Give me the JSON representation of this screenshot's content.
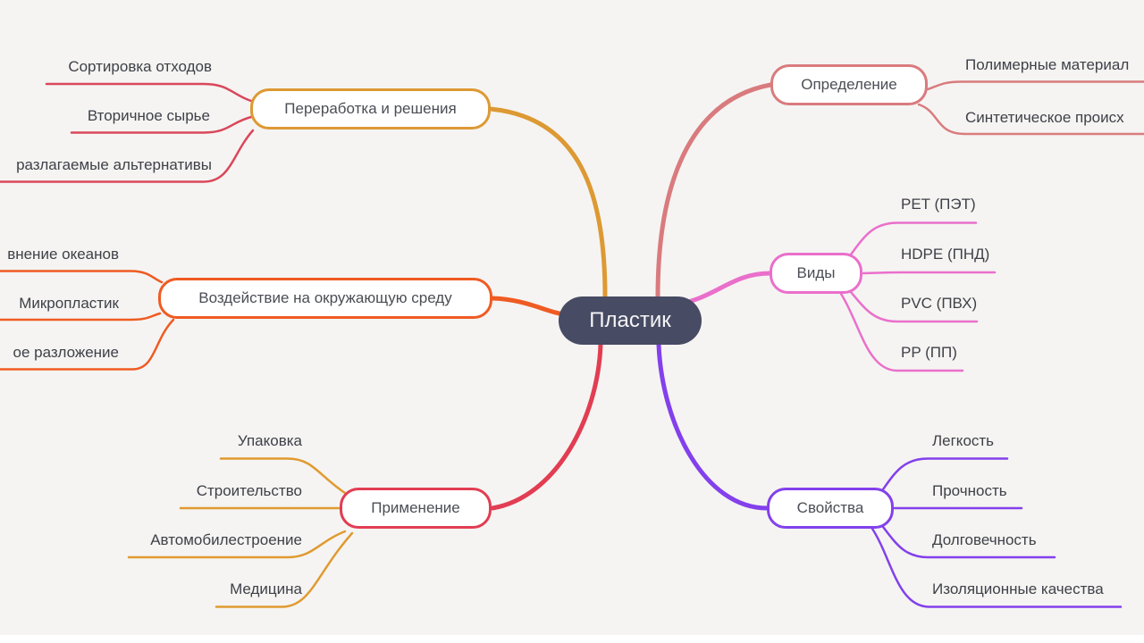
{
  "canvas": {
    "background": "#f5f4f2",
    "bottom_strip_color": "#ffffff",
    "text_color": "#3e4148"
  },
  "center_node": {
    "label": "Пластик",
    "bg_color": "#474b63",
    "text_color": "#f5f5f7"
  },
  "branches": [
    {
      "label": "Определение",
      "color": "#d97b7e",
      "children": [
        {
          "label": "Полимерные материал"
        },
        {
          "label": "Синтетическое происх"
        }
      ]
    },
    {
      "label": "Виды",
      "color": "#ea6fcb",
      "children": [
        {
          "label": "PET (ПЭТ)"
        },
        {
          "label": "HDPE (ПНД)"
        },
        {
          "label": "PVC (ПВХ)"
        },
        {
          "label": "PP (ПП)"
        }
      ]
    },
    {
      "label": "Свойства",
      "color": "#8340ec",
      "children": [
        {
          "label": "Легкость"
        },
        {
          "label": "Прочность"
        },
        {
          "label": "Долговечность"
        },
        {
          "label": "Изоляционные качества"
        }
      ]
    },
    {
      "label": "Переработка и решения",
      "color": "#dd9933",
      "child_line_color": "#d9475a",
      "children": [
        {
          "label": "Сортировка отходов"
        },
        {
          "label": "Вторичное сырье"
        },
        {
          "label": "разлагаемые альтернативы"
        }
      ]
    },
    {
      "label": "Воздействие на окружающую среду",
      "color": "#ef5b22",
      "children": [
        {
          "label": "внение океанов"
        },
        {
          "label": "Микропластик"
        },
        {
          "label": "ое разложение"
        }
      ]
    },
    {
      "label": "Применение",
      "color": "#e23d52",
      "child_line_color": "#e09a30",
      "children": [
        {
          "label": "Упаковка"
        },
        {
          "label": "Строительство"
        },
        {
          "label": "Автомобилестроение"
        },
        {
          "label": "Медицина"
        }
      ]
    }
  ]
}
